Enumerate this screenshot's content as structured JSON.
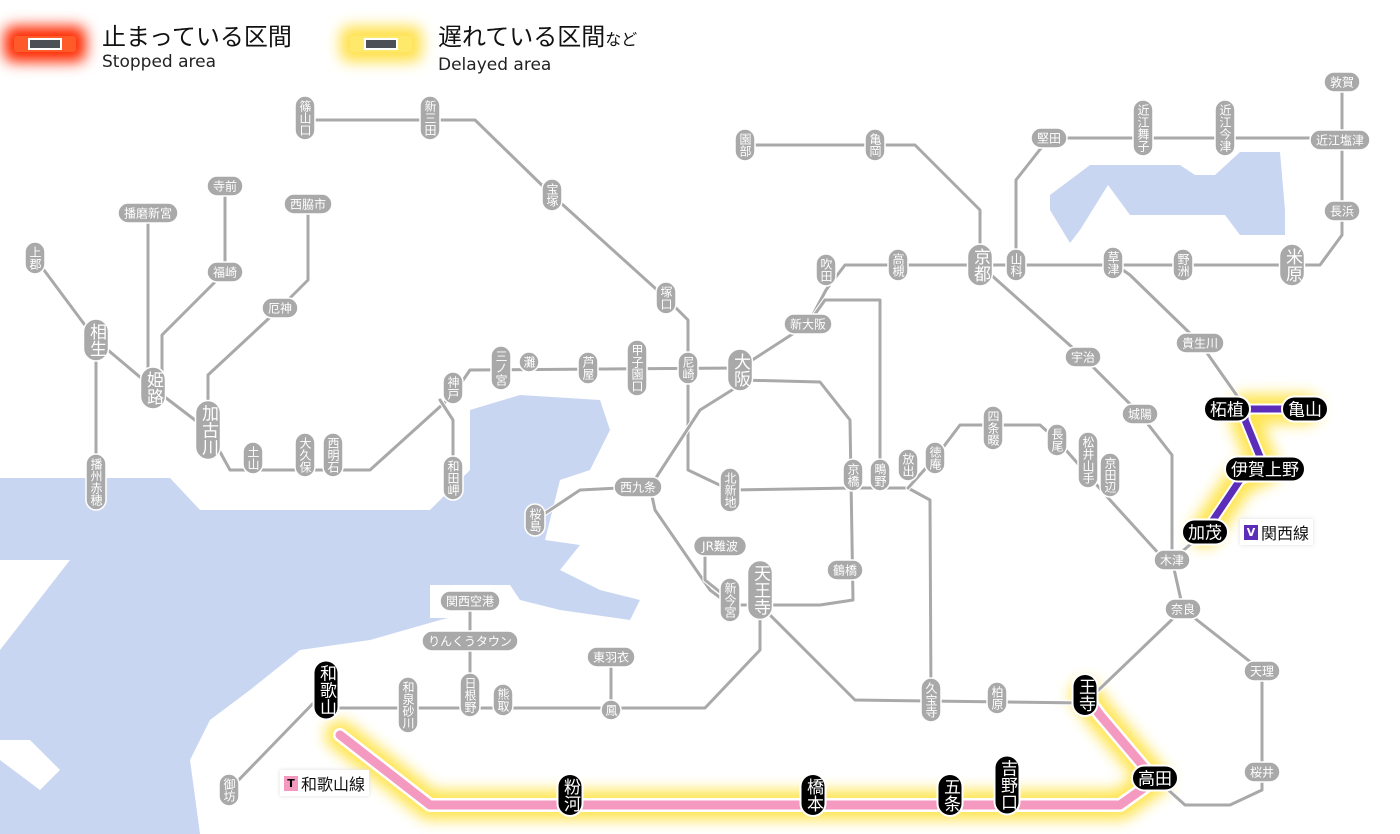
{
  "legend": {
    "stopped": {
      "jp": "止まっている区間",
      "en": "Stopped area"
    },
    "delayed": {
      "jp": "遅れている区間",
      "jp_suffix": "など",
      "en": "Delayed area"
    }
  },
  "colors": {
    "water": "#c9d6f2",
    "track": "#a9a9a9",
    "wakayama_line": "#f49ac1",
    "kansai_line": "#5b2db8",
    "glow": "#ffe033",
    "station_delayed": "#000000"
  },
  "lines": {
    "wakayama": {
      "badge": "T",
      "label": "和歌山線",
      "status": "delayed"
    },
    "kansai": {
      "badge": "V",
      "label": "関西線",
      "status": "delayed"
    }
  },
  "stations": {
    "normal": [
      "篠山口",
      "新三田",
      "宝塚",
      "塚口",
      "尼崎",
      "甲子園口",
      "芦屋",
      "灘",
      "三ノ宮",
      "神戸",
      "和田岬",
      "西明石",
      "大久保",
      "土山",
      "加古川",
      "厄神",
      "西脇市",
      "福崎",
      "寺前",
      "播磨新宮",
      "姫路",
      "相生",
      "上郡",
      "播州赤穂",
      "大阪",
      "新大阪",
      "吹田",
      "高槻",
      "京都",
      "山科",
      "草津",
      "野洲",
      "米原",
      "長浜",
      "近江塩津",
      "敦賀",
      "近江今津",
      "近江舞子",
      "堅田",
      "亀岡",
      "園部",
      "宇治",
      "貴生川",
      "城陽",
      "京田辺",
      "松井山手",
      "長尾",
      "四条畷",
      "徳庵",
      "放出",
      "鴫野",
      "京橋",
      "北新地",
      "西九条",
      "桜島",
      "JR難波",
      "新今宮",
      "天王寺",
      "鶴橋",
      "木津",
      "奈良",
      "天理",
      "桜井",
      "久宝寺",
      "柏原",
      "関西空港",
      "りんくうタウン",
      "日根野",
      "熊取",
      "和泉砂川",
      "東羽衣",
      "鳳",
      "御坊"
    ],
    "delayed": [
      "和歌山",
      "粉河",
      "橋本",
      "五条",
      "吉野口",
      "王寺",
      "高田",
      "柘植",
      "亀山",
      "伊賀上野",
      "加茂"
    ]
  }
}
